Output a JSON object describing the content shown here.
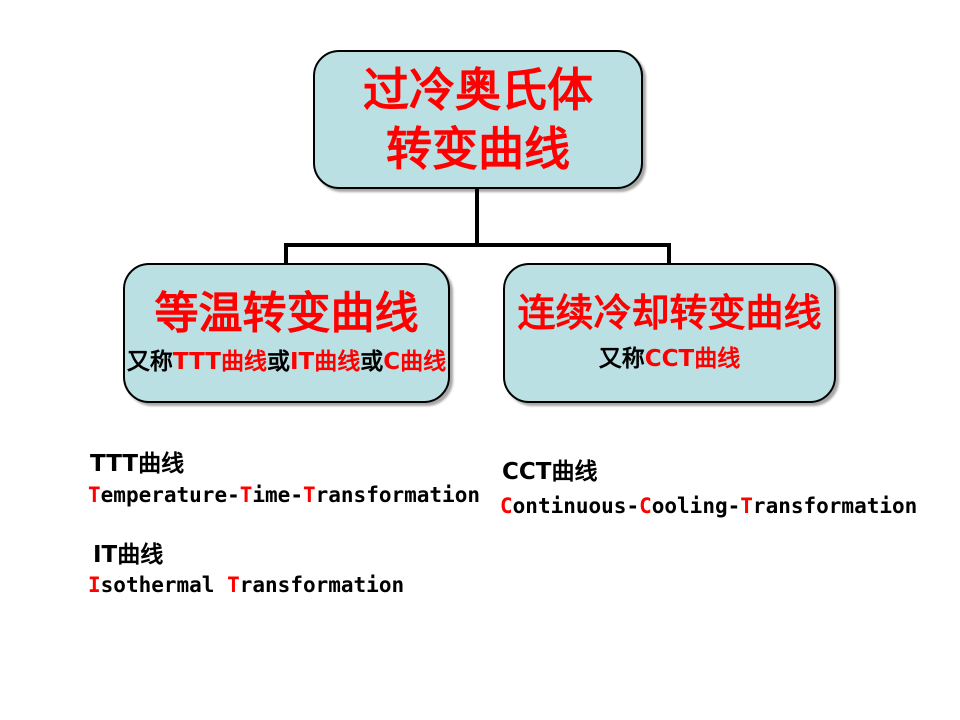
{
  "slide": {
    "background": "#FFFFFF",
    "colors": {
      "box_fill": "#BBE0E3",
      "box_border": "#000000",
      "accent_red": "#FF0000",
      "text_black": "#000000"
    }
  },
  "tree": {
    "root": {
      "line1": "过冷奥氏体",
      "line2": "转变曲线"
    },
    "left_child": {
      "title": "等温转变曲线",
      "subtitle_segments": [
        {
          "text": "又称",
          "color": "#000000"
        },
        {
          "text": "TTT曲线",
          "color": "#FF0000"
        },
        {
          "text": "或",
          "color": "#000000"
        },
        {
          "text": "IT曲线",
          "color": "#FF0000"
        },
        {
          "text": "或",
          "color": "#000000"
        },
        {
          "text": "C曲线",
          "color": "#FF0000"
        }
      ]
    },
    "right_child": {
      "title": "连续冷却转变曲线",
      "subtitle_segments": [
        {
          "text": "又称",
          "color": "#000000"
        },
        {
          "text": "CCT曲线",
          "color": "#FF0000"
        }
      ]
    }
  },
  "notes": {
    "left": {
      "ttt_label": "TTT曲线",
      "ttt_expansion_segments": [
        {
          "text": "T",
          "color": "#FF0000"
        },
        {
          "text": "emperature-",
          "color": "#000000"
        },
        {
          "text": "T",
          "color": "#FF0000"
        },
        {
          "text": "ime-",
          "color": "#000000"
        },
        {
          "text": "T",
          "color": "#FF0000"
        },
        {
          "text": "ransformation",
          "color": "#000000"
        }
      ],
      "it_label": "IT曲线",
      "it_expansion_segments": [
        {
          "text": "I",
          "color": "#FF0000"
        },
        {
          "text": "sothermal ",
          "color": "#000000"
        },
        {
          "text": "T",
          "color": "#FF0000"
        },
        {
          "text": "ransformation",
          "color": "#000000"
        }
      ]
    },
    "right": {
      "cct_label": "CCT曲线",
      "cct_expansion_segments": [
        {
          "text": "C",
          "color": "#FF0000"
        },
        {
          "text": "ontinuous-",
          "color": "#000000"
        },
        {
          "text": "C",
          "color": "#FF0000"
        },
        {
          "text": "ooling-",
          "color": "#000000"
        },
        {
          "text": "T",
          "color": "#FF0000"
        },
        {
          "text": "ransformation",
          "color": "#000000"
        }
      ]
    }
  }
}
